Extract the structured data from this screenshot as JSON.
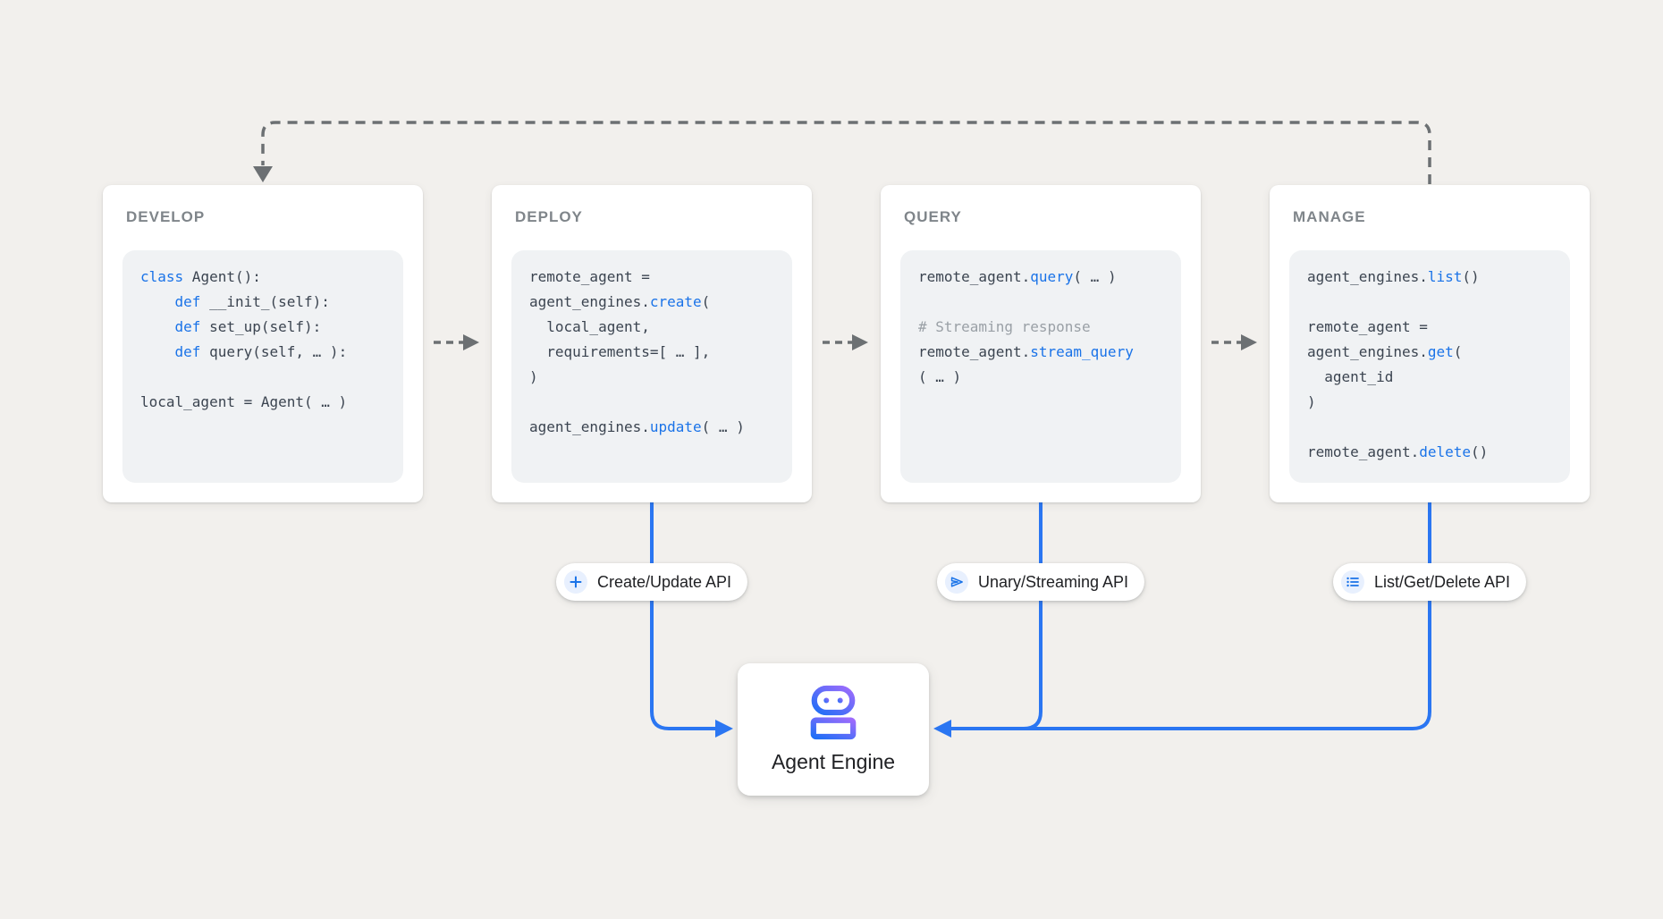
{
  "diagram": {
    "background": "#f2f0ed",
    "stages": [
      {
        "title": "DEVELOP",
        "code": [
          [
            {
              "c": "kw",
              "t": "class"
            },
            {
              "c": "pl",
              "t": " Agent():"
            }
          ],
          [
            {
              "c": "pl",
              "t": "    "
            },
            {
              "c": "kw",
              "t": "def"
            },
            {
              "c": "pl",
              "t": " __init_(self):"
            }
          ],
          [
            {
              "c": "pl",
              "t": "    "
            },
            {
              "c": "kw",
              "t": "def"
            },
            {
              "c": "pl",
              "t": " set_up(self):"
            }
          ],
          [
            {
              "c": "pl",
              "t": "    "
            },
            {
              "c": "kw",
              "t": "def"
            },
            {
              "c": "pl",
              "t": " query(self, … ):"
            }
          ],
          [],
          [
            {
              "c": "pl",
              "t": "local_agent = Agent( … )"
            }
          ]
        ]
      },
      {
        "title": "DEPLOY",
        "code": [
          [
            {
              "c": "pl",
              "t": "remote_agent ="
            }
          ],
          [
            {
              "c": "pl",
              "t": "agent_engines."
            },
            {
              "c": "kw",
              "t": "create"
            },
            {
              "c": "pl",
              "t": "("
            }
          ],
          [
            {
              "c": "pl",
              "t": "  local_agent,"
            }
          ],
          [
            {
              "c": "pl",
              "t": "  requirements=[ … ],"
            }
          ],
          [
            {
              "c": "pl",
              "t": ")"
            }
          ],
          [],
          [
            {
              "c": "pl",
              "t": "agent_engines."
            },
            {
              "c": "kw",
              "t": "update"
            },
            {
              "c": "pl",
              "t": "( … )"
            }
          ]
        ]
      },
      {
        "title": "QUERY",
        "code": [
          [
            {
              "c": "pl",
              "t": "remote_agent."
            },
            {
              "c": "kw",
              "t": "query"
            },
            {
              "c": "pl",
              "t": "( … )"
            }
          ],
          [],
          [
            {
              "c": "cm",
              "t": "# Streaming response"
            }
          ],
          [
            {
              "c": "pl",
              "t": "remote_agent."
            },
            {
              "c": "kw",
              "t": "stream_query"
            }
          ],
          [
            {
              "c": "pl",
              "t": "( … )"
            }
          ]
        ]
      },
      {
        "title": "MANAGE",
        "code": [
          [
            {
              "c": "pl",
              "t": "agent_engines."
            },
            {
              "c": "kw",
              "t": "list"
            },
            {
              "c": "pl",
              "t": "()"
            }
          ],
          [],
          [
            {
              "c": "pl",
              "t": "remote_agent ="
            }
          ],
          [
            {
              "c": "pl",
              "t": "agent_engines."
            },
            {
              "c": "kw",
              "t": "get"
            },
            {
              "c": "pl",
              "t": "("
            }
          ],
          [
            {
              "c": "pl",
              "t": "  agent_id"
            }
          ],
          [
            {
              "c": "pl",
              "t": ")"
            }
          ],
          [],
          [
            {
              "c": "pl",
              "t": "remote_agent."
            },
            {
              "c": "kw",
              "t": "delete"
            },
            {
              "c": "pl",
              "t": "()"
            }
          ]
        ]
      }
    ],
    "api_labels": [
      {
        "icon": "plus-icon",
        "label": "Create/Update API"
      },
      {
        "icon": "send-icon",
        "label": "Unary/Streaming API"
      },
      {
        "icon": "list-icon",
        "label": "List/Get/Delete API"
      }
    ],
    "engine": {
      "icon": "robot-icon",
      "label": "Agent Engine"
    },
    "colors": {
      "card_bg": "#ffffff",
      "code_bg": "#f0f2f4",
      "code_text": "#3b4450",
      "keyword_blue": "#1a73e8",
      "comment_gray": "#9aa0a6",
      "stage_title_gray": "#7f858a",
      "connector_blue": "#2b76f2",
      "connector_gray": "#6c7073",
      "icon_chip_bg": "#e8f0fe",
      "robot_gradient_purple": "#9d6bfc",
      "robot_gradient_blue": "#1f6ff6"
    }
  }
}
